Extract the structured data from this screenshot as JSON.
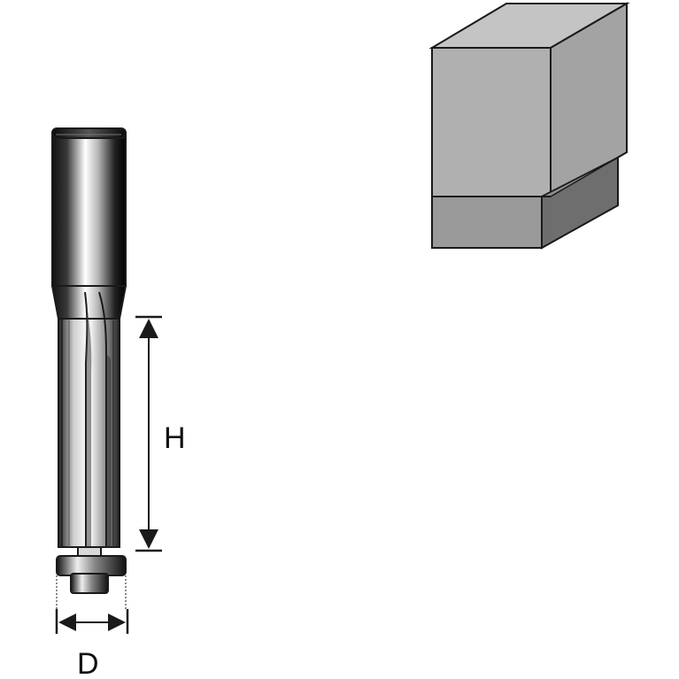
{
  "diagram": {
    "labels": {
      "height": "H",
      "diameter": "D"
    },
    "colors": {
      "outline": "#1a1a1a",
      "block_top": "#c4c4c4",
      "block_front": "#b0b0b0",
      "block_side": "#8c8c8c",
      "block_cut": "#6e6e6e",
      "block_lower_front": "#9a9a9a"
    },
    "components": [
      "router-bit",
      "workpiece-block"
    ]
  }
}
